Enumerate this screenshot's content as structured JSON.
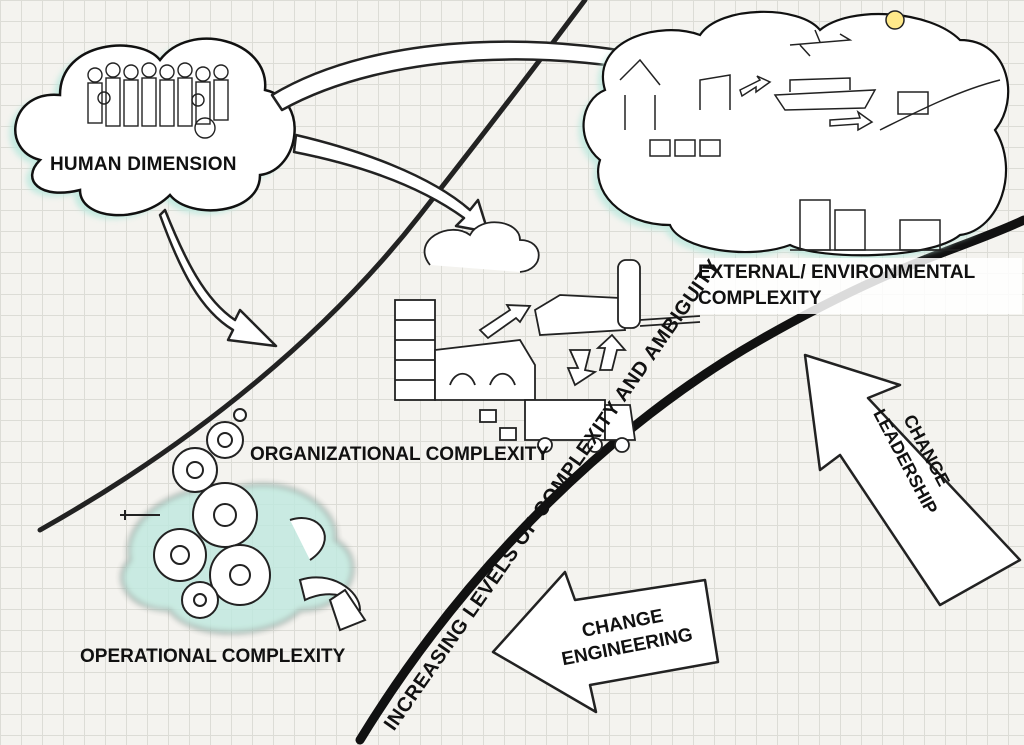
{
  "labels": {
    "human": "HUMAN DIMENSION",
    "organizational": "ORGANIZATIONAL COMPLEXITY",
    "operational": "OPERATIONAL COMPLEXITY",
    "external_line1": "EXTERNAL/ ENVIRONMENTAL",
    "external_line2": "COMPLEXITY",
    "curve": "INCREASING LEVELS OF COMPLEXITY AND AMBIGUITY",
    "leadership_line1": "CHANGE",
    "leadership_line2": "LEADERSHIP",
    "engineering_line1": "CHANGE",
    "engineering_line2": "ENGINEERING"
  },
  "colors": {
    "ink": "#111111",
    "cloud_tint": "#bfe9df",
    "paper": "#f4f3ef",
    "grid": "#dcdcd6",
    "arrow_fill": "#ffffff"
  },
  "icons": [
    "crowd-icon",
    "factory-icon",
    "truck-icon",
    "gears-icon",
    "airplane-icon",
    "ship-icon",
    "sun-icon",
    "power-plant-icon"
  ]
}
